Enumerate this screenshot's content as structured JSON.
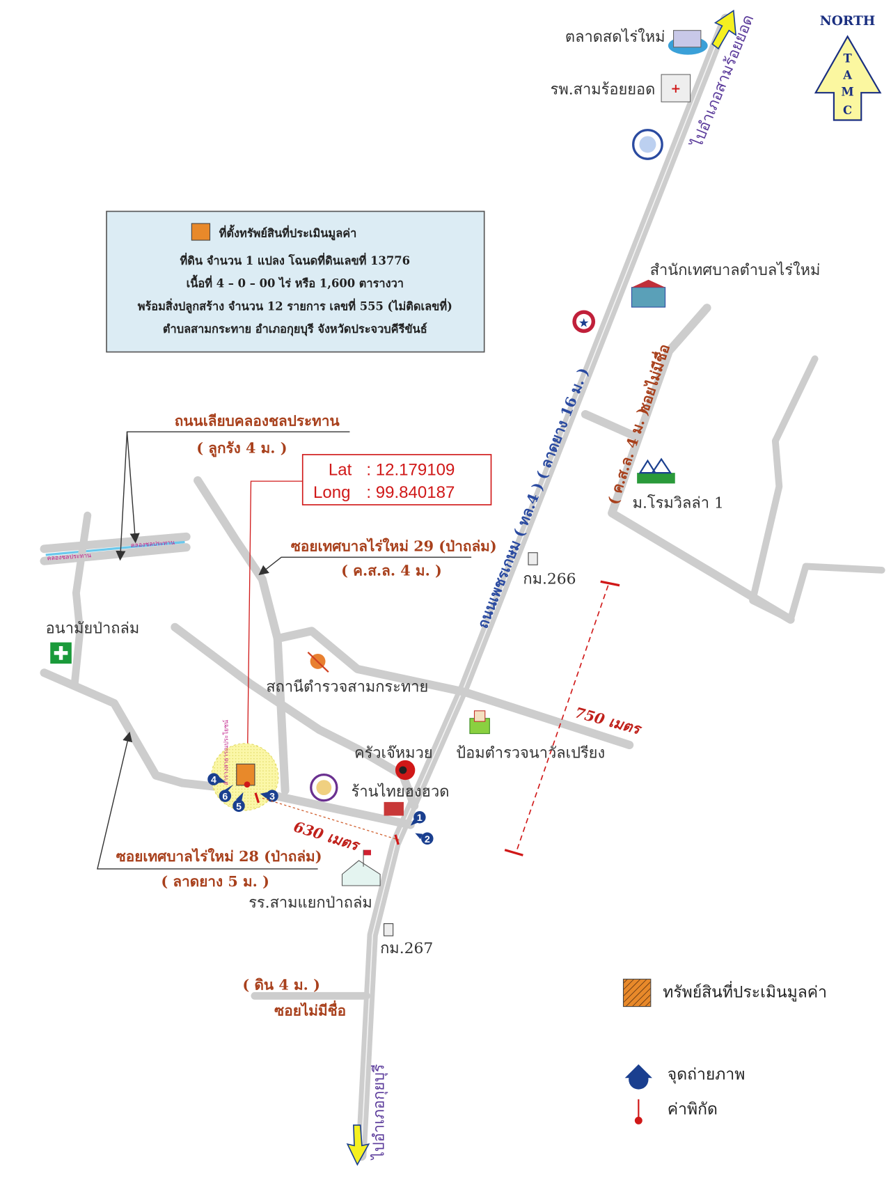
{
  "north_arrow": {
    "label": "NORTH",
    "letters": [
      "T",
      "A",
      "M",
      "C"
    ]
  },
  "info_box": {
    "title": "ที่ตั้งทรัพย์สินที่ประเมินมูลค่า",
    "lines": [
      "ที่ดิน จำนวน  1  แปลง  โฉนดที่ดินเลขที่  13776",
      "เนื้อที่  4 – 0 – 00  ไร่ หรือ 1,600  ตารางวา",
      "พร้อมสิ่งปลูกสร้าง  จำนวน 12 รายการ  เลขที่  555 (ไม่ติดเลขที่)",
      "ตำบลสามกระทาย  อำเภอกุยบุรี   จังหวัดประจวบคีรีขันธ์"
    ]
  },
  "coordinates": {
    "lat_label": "Lat",
    "lat": ": 12.179109",
    "long_label": "Long",
    "long": ": 99.840187"
  },
  "places": {
    "market": "ตลาดสดไร่ใหม่",
    "hospital": "รพ.สามร้อยยอด",
    "municipality": "สำนักเทศบาลตำบลไร่ใหม่",
    "village": "ม.โรมวิลล่า 1",
    "km266": "กม.266",
    "km267": "กม.267",
    "health_center": "อนามัยป่าถล่ม",
    "police_station": "สถานีตำรวจสามกระทาย",
    "police_box": "ป้อมตำรวจนาวัลเปรียง",
    "restaurant": "ครัวเจ๊หมวย",
    "shop": "ร้านไทยฮงฮวด",
    "school": "รร.สามแยกป่าถล่ม",
    "public_area": "ลำรางสาธารณประโยชน์"
  },
  "roads": {
    "canal_road": "ถนนเลียบคลองชลประทาน",
    "canal_road_spec": "( ลูกรัง 4 ม. )",
    "canal": "คลองชลประทาน",
    "soi29": "ซอยเทศบาลไร่ใหม่ 29 (ป่าถล่ม)",
    "soi29_spec": "( ค.ส.ล. 4 ม. )",
    "soi28": "ซอยเทศบาลไร่ใหม่ 28 (ป่าถล่ม)",
    "soi28_spec": "( ลาดยาง 5 ม. )",
    "unnamed_ne": "ซอยไม่มีชื่อ",
    "unnamed_ne_spec": "( ค.ส.ล. 4 ม. )",
    "unnamed_s": "ซอยไม่มีชื่อ",
    "unnamed_s_spec": "( ดิน 4 ม. )",
    "highway": "ถนนเพชรเกษม ( ทล.4 ) ( ลาดยาง 16 ม. )",
    "to_north": "ไปอำเภอสามร้อยยอด",
    "to_south": "ไปอำเภอกุยบุรี"
  },
  "distances": {
    "d630": "630 เมตร",
    "d750": "750 เมตร"
  },
  "photo_points": [
    "1",
    "2",
    "3",
    "4",
    "5",
    "6"
  ],
  "legend": {
    "property": "ทรัพย์สินที่ประเมินมูลค่า",
    "photo_point": "จุดถ่ายภาพ",
    "coordinate": "ค่าพิกัด"
  },
  "colors": {
    "property": "#e8892a",
    "marker": "#1a3f8f",
    "coord": "#d01818",
    "info_bg": "#dcecf4"
  }
}
